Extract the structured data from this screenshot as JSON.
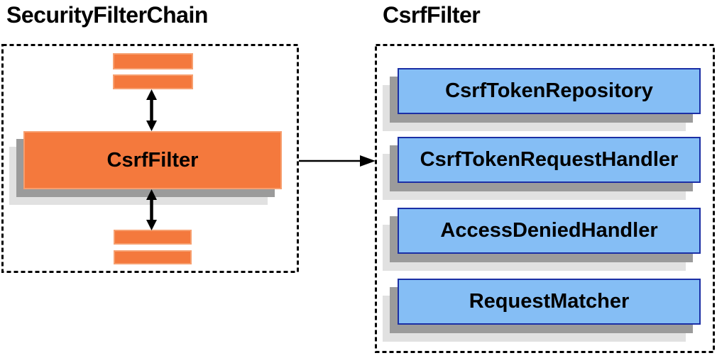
{
  "left_panel": {
    "title": "SecurityFilterChain",
    "filter_node_label": "CsrfFilter"
  },
  "right_panel": {
    "title": "CsrfFilter",
    "components": [
      {
        "label": "CsrfTokenRepository"
      },
      {
        "label": "CsrfTokenRequestHandler"
      },
      {
        "label": "AccessDeniedHandler"
      },
      {
        "label": "RequestMatcher"
      }
    ]
  },
  "colors": {
    "node_orange": "#f4793d",
    "node_orange_border": "#f79e6e",
    "node_blue": "#85bef5",
    "node_blue_border": "#1b2fa5",
    "shadow_dark": "#9b9b9b",
    "shadow_light": "#e1e1e1",
    "arrow_and_border_black": "#000000"
  }
}
